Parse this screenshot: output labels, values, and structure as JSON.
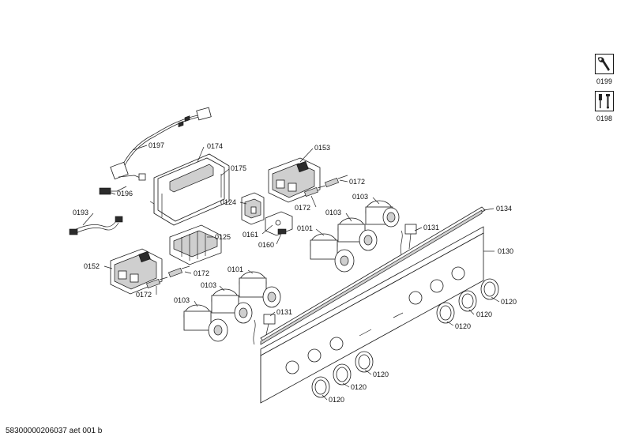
{
  "document_id": "58300000206037 aet 001 b",
  "side_icons": [
    {
      "label": "0199",
      "icon": "wrench-tool-icon"
    },
    {
      "label": "0198",
      "icon": "screwdriver-set-icon"
    }
  ],
  "callouts": {
    "c0197": "0197",
    "c0174": "0174",
    "c0175": "0175",
    "c0196": "0196",
    "c0193": "0193",
    "c0125": "0125",
    "c0124": "0124",
    "c0161": "0161",
    "c0160": "0160",
    "c0153": "0153",
    "c0172a": "0172",
    "c0172b": "0172",
    "c0103a": "0103",
    "c0103b": "0103",
    "c0101a": "0101",
    "c0131a": "0131",
    "c0134": "0134",
    "c0130": "0130",
    "c0152": "0152",
    "c0172c": "0172",
    "c0172d": "0172",
    "c0101b": "0101",
    "c0103c": "0103",
    "c0103d": "0103",
    "c0131b": "0131",
    "c0120a": "0120",
    "c0120b": "0120",
    "c0120c": "0120",
    "c0120d": "0120",
    "c0120e": "0120",
    "c0120f": "0120"
  }
}
